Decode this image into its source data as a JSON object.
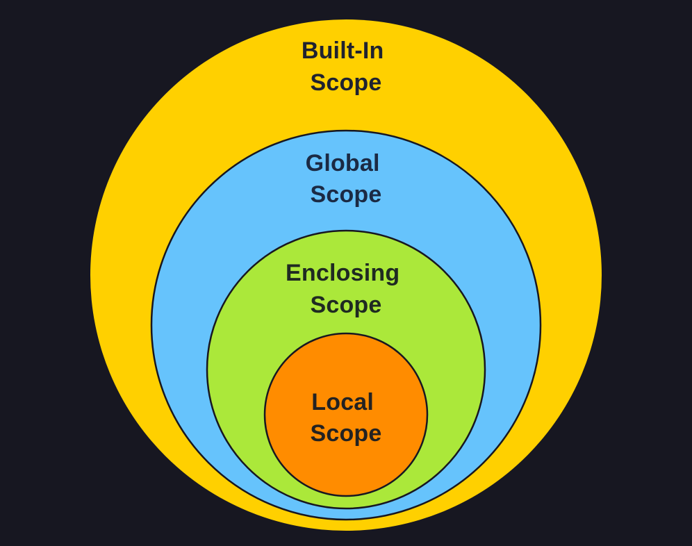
{
  "diagram": {
    "background": "#171721",
    "scopes": [
      {
        "id": "builtin",
        "line1": "Built-In",
        "line2": "Scope",
        "fill": "#ffd000",
        "text_color": "#1f2230"
      },
      {
        "id": "global",
        "line1": "Global",
        "line2": "Scope",
        "fill": "#66c3fc",
        "text_color": "#1b2a44"
      },
      {
        "id": "enclosing",
        "line1": "Enclosing",
        "line2": "Scope",
        "fill": "#abe83a",
        "text_color": "#1f2a22"
      },
      {
        "id": "local",
        "line1": "Local",
        "line2": "Scope",
        "fill": "#ff8c00",
        "text_color": "#232222"
      }
    ]
  }
}
